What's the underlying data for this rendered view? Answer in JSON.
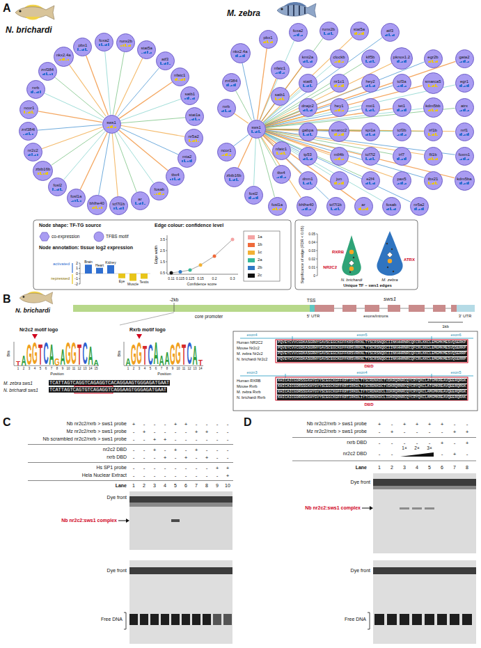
{
  "diagram": {
    "nodes": [
      {
        "text": [
          "sws1"
        ]
      },
      {
        "text": [
          "pbx1"
        ]
      },
      {
        "text": [
          "foxa2"
        ]
      },
      {
        "text": [
          "runx2b"
        ]
      },
      {
        "text": [
          "stat5a"
        ]
      },
      {
        "text": [
          "atf3"
        ]
      },
      {
        "text": [
          "nfatc1"
        ]
      },
      {
        "text": [
          "satb1"
        ]
      },
      {
        "text": [
          "stat1a"
        ]
      },
      {
        "text": [
          "nr5a2"
        ]
      },
      {
        "text": [
          "mta2"
        ]
      },
      {
        "text": [
          "tbx4"
        ]
      },
      {
        "text": [
          "fosab"
        ]
      },
      {
        "text": [
          "ar"
        ]
      },
      {
        "text": [
          "tcf7l1b"
        ]
      },
      {
        "text": [
          "bhlhe40"
        ]
      },
      {
        "text": [
          "fosl1a"
        ]
      },
      {
        "text": [
          "fosl2"
        ]
      },
      {
        "text": [
          "zbtb16b"
        ]
      },
      {
        "text": [
          "nr2c2"
        ]
      },
      {
        "text": [
          "znf384l"
        ]
      },
      {
        "text": [
          "ncor1"
        ]
      },
      {
        "text": [
          "rxrb"
        ]
      },
      {
        "text": [
          "znf384"
        ]
      },
      {
        "text": [
          "nkx2.4a"
        ]
      },
      {
        "text": [
          "sws1"
        ]
      },
      {
        "text": [
          "nkx2.4a"
        ]
      },
      {
        "text": [
          "pbx1"
        ]
      },
      {
        "text": [
          "foxa2"
        ]
      },
      {
        "text": [
          "runx2b"
        ]
      },
      {
        "text": [
          "stat5a"
        ]
      },
      {
        "text": [
          "atf3"
        ]
      },
      {
        "text": [
          "nfatc1"
        ]
      },
      {
        "text": [
          "satb1"
        ]
      },
      {
        "text": [
          "znf384"
        ]
      },
      {
        "text": [
          "rxrb"
        ]
      },
      {
        "text": [
          "ncor1"
        ]
      },
      {
        "text": [
          "zbtb16b"
        ]
      },
      {
        "text": [
          "fosl2"
        ]
      },
      {
        "text": [
          "fosl1a"
        ]
      },
      {
        "text": [
          "bhlhe40"
        ]
      },
      {
        "text": [
          "tcf7l1b"
        ]
      },
      {
        "text": [
          "ar"
        ]
      },
      {
        "text": [
          "fosab"
        ]
      },
      {
        "text": [
          "tbx4"
        ]
      },
      {
        "text": [
          "nfatc1"
        ]
      },
      {
        "text": [
          "nr5a2"
        ]
      },
      {
        "text": [
          "kmt2a"
        ]
      },
      {
        "text": [
          "clockb"
        ]
      },
      {
        "text": [
          "klf5b"
        ]
      },
      {
        "text": [
          "pknox1.2"
        ]
      },
      {
        "text": [
          "egr2b"
        ]
      },
      {
        "text": [
          "gata2"
        ]
      },
      {
        "text": [
          "stat6"
        ]
      },
      {
        "text": [
          "nr1c1"
        ]
      },
      {
        "text": [
          "hey2"
        ]
      },
      {
        "text": [
          "tcf3a"
        ]
      },
      {
        "text": [
          "smarca5"
        ]
      },
      {
        "text": [
          "egr1"
        ]
      },
      {
        "text": [
          "dnajc2"
        ]
      },
      {
        "text": [
          "hey1"
        ]
      },
      {
        "text": [
          "mxi1"
        ]
      },
      {
        "text": [
          "tet1"
        ]
      },
      {
        "text": [
          "kdm5bb"
        ]
      },
      {
        "text": [
          "atrx"
        ]
      },
      {
        "text": [
          "gabpa"
        ]
      },
      {
        "text": [
          "smarcc2"
        ]
      },
      {
        "text": [
          "spi1a"
        ]
      },
      {
        "text": [
          "tcf3b"
        ]
      },
      {
        "text": [
          "irf1b"
        ]
      },
      {
        "text": [
          "nrf1"
        ]
      },
      {
        "text": [
          "tp53"
        ]
      },
      {
        "text": [
          "mll4b"
        ]
      },
      {
        "text": [
          "tcf7l2"
        ]
      },
      {
        "text": [
          "irf7"
        ]
      },
      {
        "text": [
          "fli1b"
        ]
      },
      {
        "text": [
          "foxm1"
        ]
      },
      {
        "text": [
          "dnm1"
        ]
      },
      {
        "text": [
          "jun"
        ]
      },
      {
        "text": [
          "e2f4"
        ]
      },
      {
        "text": [
          "pax5"
        ]
      },
      {
        "text": [
          "tbx21"
        ]
      },
      {
        "text": [
          "kdm5ba"
        ]
      }
    ],
    "edges": [
      {
        "from": 1,
        "to": 0,
        "arrow": "none"
      },
      {
        "from": 2,
        "to": 0,
        "arrow": "none"
      },
      {
        "from": 3,
        "to": 0,
        "arrow": "none"
      },
      {
        "from": 4,
        "to": 0,
        "arrow": "none"
      },
      {
        "from": 5,
        "to": 0,
        "arrow": "none"
      },
      {
        "from": 6,
        "to": 0,
        "arrow": "none"
      },
      {
        "from": 7,
        "to": 0,
        "arrow": "none"
      },
      {
        "from": 8,
        "to": 0,
        "arrow": "none"
      },
      {
        "from": 9,
        "to": 0,
        "arrow": "none"
      },
      {
        "from": 10,
        "to": 0,
        "arrow": "none"
      },
      {
        "from": 11,
        "to": 0,
        "arrow": "none"
      },
      {
        "from": 12,
        "to": 0,
        "arrow": "none"
      },
      {
        "from": 13,
        "to": 0,
        "arrow": "none"
      },
      {
        "from": 14,
        "to": 0,
        "arrow": "none"
      },
      {
        "from": 15,
        "to": 0,
        "arrow": "none"
      },
      {
        "from": 16,
        "to": 0,
        "arrow": "none"
      },
      {
        "from": 17,
        "to": 0,
        "arrow": "none"
      },
      {
        "from": 18,
        "to": 0,
        "arrow": "none"
      },
      {
        "from": 19,
        "to": 0,
        "arrow": "none"
      },
      {
        "from": 20,
        "to": 0,
        "arrow": "none"
      },
      {
        "from": 21,
        "to": 0,
        "arrow": "none"
      },
      {
        "from": 22,
        "to": 0,
        "arrow": "none"
      },
      {
        "from": 23,
        "to": 0,
        "arrow": "none"
      },
      {
        "from": 24,
        "to": 0,
        "arrow": "none"
      },
      {
        "from": 26,
        "to": 25,
        "arrow": "none"
      },
      {
        "from": 27,
        "to": 25,
        "arrow": "none"
      },
      {
        "from": 28,
        "to": 25,
        "arrow": "none"
      },
      {
        "from": 29,
        "to": 25,
        "arrow": "none"
      },
      {
        "from": 30,
        "to": 25,
        "arrow": "none"
      },
      {
        "from": 31,
        "to": 25,
        "arrow": "none"
      },
      {
        "from": 32,
        "to": 25,
        "arrow": "none"
      },
      {
        "from": 33,
        "to": 25,
        "arrow": "none"
      },
      {
        "from": 34,
        "to": 25,
        "arrow": "none"
      },
      {
        "from": 35,
        "to": 25,
        "arrow": "none"
      },
      {
        "from": 36,
        "to": 25,
        "arrow": "none"
      },
      {
        "from": 37,
        "to": 25,
        "arrow": "none"
      },
      {
        "from": 38,
        "to": 25,
        "arrow": "none"
      },
      {
        "from": 39,
        "to": 25,
        "arrow": "none"
      },
      {
        "from": 40,
        "to": 25,
        "arrow": "none"
      },
      {
        "from": 41,
        "to": 25,
        "arrow": "none"
      },
      {
        "from": 42,
        "to": 25,
        "arrow": "none"
      },
      {
        "from": 43,
        "to": 25,
        "arrow": "none"
      },
      {
        "from": 44,
        "to": 25,
        "arrow": "none"
      },
      {
        "from": 45,
        "to": 25,
        "arrow": "none"
      },
      {
        "from": 46,
        "to": 25,
        "arrow": "none"
      },
      {
        "from": 47,
        "to": 25,
        "arrow": "none"
      },
      {
        "from": 48,
        "to": 25,
        "arrow": "none"
      },
      {
        "from": 49,
        "to": 25,
        "arrow": "none"
      },
      {
        "from": 50,
        "to": 25,
        "arrow": "none"
      },
      {
        "from": 51,
        "to": 25,
        "arrow": "none"
      },
      {
        "from": 52,
        "to": 25,
        "arrow": "none"
      },
      {
        "from": 53,
        "to": 25,
        "arrow": "none"
      },
      {
        "from": 54,
        "to": 25,
        "arrow": "none"
      },
      {
        "from": 55,
        "to": 25,
        "arrow": "none"
      },
      {
        "from": 56,
        "to": 25,
        "arrow": "none"
      },
      {
        "from": 57,
        "to": 25,
        "arrow": "none"
      },
      {
        "from": 58,
        "to": 25,
        "arrow": "none"
      },
      {
        "from": 59,
        "to": 25,
        "arrow": "none"
      },
      {
        "from": 60,
        "to": 25,
        "arrow": "none"
      },
      {
        "from": 61,
        "to": 25,
        "arrow": "none"
      },
      {
        "from": 62,
        "to": 25,
        "arrow": "none"
      },
      {
        "from": 63,
        "to": 25,
        "arrow": "none"
      },
      {
        "from": 64,
        "to": 25,
        "arrow": "none"
      },
      {
        "from": 65,
        "to": 25,
        "arrow": "none"
      },
      {
        "from": 66,
        "to": 25,
        "arrow": "none"
      },
      {
        "from": 67,
        "to": 25,
        "arrow": "none"
      },
      {
        "from": 68,
        "to": 25,
        "arrow": "none"
      },
      {
        "from": 69,
        "to": 25,
        "arrow": "none"
      },
      {
        "from": 70,
        "to": 25,
        "arrow": "none"
      },
      {
        "from": 71,
        "to": 25,
        "arrow": "none"
      },
      {
        "from": 72,
        "to": 25,
        "arrow": "none"
      },
      {
        "from": 73,
        "to": 25,
        "arrow": "none"
      },
      {
        "from": 74,
        "to": 25,
        "arrow": "none"
      },
      {
        "from": 75,
        "to": 25,
        "arrow": "none"
      },
      {
        "from": 76,
        "to": 25,
        "arrow": "none"
      },
      {
        "from": 77,
        "to": 25,
        "arrow": "none"
      },
      {
        "from": 78,
        "to": 25,
        "arrow": "none"
      },
      {
        "from": 79,
        "to": 25,
        "arrow": "none"
      },
      {
        "from": 80,
        "to": 25,
        "arrow": "none"
      },
      {
        "from": 81,
        "to": 25,
        "arrow": "none"
      },
      {
        "from": 82,
        "to": 25,
        "arrow": "none"
      }
    ],
    "labels": [
      "A",
      "N. brichardi",
      "M. zebra",
      "Node shape: TF-TG source",
      "Node annotation: tissue log2 expression",
      "activated",
      "repressed",
      "2",
      "1",
      "0",
      "-1",
      "-2",
      "Brain",
      "Heart",
      "Kidney",
      "Eye",
      "Muscle",
      "Testis",
      "Edge colour: confidence level",
      "Edge width",
      "3.5",
      "2.5",
      "1.5",
      "0.5",
      "0.11",
      "0.115",
      "0.125",
      "0.15",
      "0.2",
      "0.3",
      "Confidence score",
      "Significance of edge (FDR < 0.05)",
      "0.05",
      "0.04",
      "0.03",
      "0.02",
      "0.01",
      "0",
      "RXRB",
      "NR2C2",
      "ATRX",
      "N. brichardi",
      "M. zebra",
      "Unique TF – sws1 edges",
      "B",
      "N. brichardi",
      "-2kb",
      "core promoter",
      "TSS",
      "sws1",
      "5' UTR",
      "exons/introns",
      "3' UTR",
      "1kb",
      "Nr2c2 motif logo",
      "Rxrb motif logo",
      "Bits",
      "Bits",
      "T",
      "A",
      "G",
      "G",
      "T",
      "C",
      "A",
      "G",
      "A",
      "G",
      "G",
      "T",
      "C",
      "A",
      "A",
      "A",
      "G",
      "G",
      "T",
      "C",
      "A",
      "A",
      "A",
      "G",
      "G",
      "T",
      "C",
      "A",
      "T",
      "1",
      "2",
      "3",
      "4",
      "5",
      "6",
      "7",
      "8",
      "9",
      "10",
      "11",
      "12",
      "13",
      "14",
      "15",
      "1",
      "2",
      "3",
      "4",
      "5",
      "6",
      "7",
      "8",
      "9",
      "10",
      "11",
      "12",
      "13",
      "14",
      "Position",
      "Position",
      "M. zebra sws1",
      "TCATTAGTCAGGTCAGAGGTCACAGGAAGTGGGAGATGAAT",
      "N. brichardi sws1",
      "TCATTAGTCAGTGTCAGAGGTCAGGAAGTGGGAGATGAAT",
      "exon4",
      "exon5",
      "exon6",
      "Human NR2C2",
      "PQVEYCVVCGDKASGRHYGAVSCEGCKGFFKRSVRKNLTYSCRSNQDCIINKHHRNRCQFCRLKKCLEMGMKMESVQSERKP",
      "Mouse Nr2c2",
      "PQVEYCVVCGDKASGRHYGAVSCEGCKGFFKRSVRKNLTYSCRSNQDCIINKHHRNRCQFCRLKKCLEMGMKMESVQSERKP",
      "M. zebra Nr2c2",
      "PQVEYCVVCGDKASGRHYGAVSCEGCKGFFKRSVRKNLTYSCRSNQDCIINKHHRNRCQFCRLKKCLEMGMKMESVQSERRP",
      "N. brichardi Nr2c2",
      "PQVEYCVVCGDKASGRHYGAVSCEGCKGFFKRSVRKNLTYSCRSNQDCIINKHHRNRCQFCRLKKCLEMGMKMESVQGERRP",
      "DBD",
      "exon3",
      "exon4",
      "exon5",
      "Human RXRB",
      "KHICAICGDRSSGKHYGVYSCEGCKGFFKRTIRKDLTYSCRDNKDCTVDKRQRNRCQYCRYQKCLATGMKREAVQEERQRGK",
      "Mouse Rxrb",
      "KHICAICGDRSSGKHYGVYSCEGCKGFFKRTIRKDLTYSCRDNKDCTVDKRQRNRCQYCRYQKCLATGMKREAVQEERQRGK",
      "M. zebra Rxrb",
      "KHICAICGDRSSGKHYGVYSCEGCKGFFKRTIRKDLIYTCRDNKDCLIDKRQRNRCQYCRYQKCLAMGMKREAVQEERQRGK",
      "N. brichardi Rxrb",
      "KHICAICGDRSSGKHYGVYSCEGCKGFFKRTIRKDLIYTCRDNKDCLIDKRQRNRCQYCRYQKCLAMGMKREAVQEERQRAK",
      "DBD",
      "C",
      "Nb nr2c2/rxrb > sws1 probe",
      "Mz nr2c2/rxrb > sws1 probe",
      "Nb scrambled nr2c2/rxrb > sws1 probe",
      "nr2c2 DBD",
      "rxrb DBD",
      "Hs SP1 probe",
      "Hela Nuclear Extract",
      "+",
      "-",
      "-",
      "-",
      "+",
      "+",
      "-",
      "-",
      "-",
      "-",
      "-",
      "+",
      "-",
      "-",
      "-",
      "-",
      "+",
      "+",
      "-",
      "-",
      "-",
      "-",
      "+",
      "+",
      "-",
      "-",
      "-",
      "-",
      "-",
      "-",
      "-",
      "-",
      "+",
      "-",
      "+",
      "-",
      "+",
      "-",
      "-",
      "-",
      "-",
      "-",
      "-",
      "+",
      "-",
      "+",
      "-",
      "+",
      "-",
      "-",
      "-",
      "-",
      "-",
      "-",
      "-",
      "-",
      "-",
      "-",
      "+",
      "+",
      "-",
      "-",
      "-",
      "-",
      "-",
      "-",
      "-",
      "-",
      "-",
      "+",
      "Lane",
      "1",
      "2",
      "3",
      "4",
      "5",
      "6",
      "7",
      "8",
      "9",
      "10",
      "Dye front",
      "Nb nr2c2:sws1 complex",
      "Dye front",
      "Free DNA",
      "D",
      "Nb nr2c2/rxrb > sws1 probe",
      "Mz nr2c2/rxrb > sws1 probe",
      "rxrb DBD",
      "nr2c2 DBD",
      "+",
      "-",
      "+",
      "+",
      "+",
      "+",
      "-",
      "-",
      "-",
      "+",
      "-",
      "-",
      "-",
      "-",
      "+",
      "+",
      "-",
      "-",
      "-",
      "-",
      "-",
      "+",
      "-",
      "+",
      "-",
      "-",
      "1×",
      "2×",
      "3×",
      "-",
      "+",
      "-",
      "Lane",
      "1",
      "2",
      "3",
      "4",
      "5",
      "6",
      "7",
      "8",
      "Dye front",
      "Nb nr2c2:sws1 complex",
      "Dye front",
      "Free DNA"
    ],
    "legend": [
      {
        "text": "co-expression"
      },
      {
        "text": "TFBS motif"
      },
      {
        "text": "1a",
        "color": "#f4a3a3"
      },
      {
        "text": "1b",
        "color": "#ef6a3a"
      },
      {
        "text": "1c",
        "color": "#f2b134"
      },
      {
        "text": "2a",
        "color": "#35b89a"
      },
      {
        "text": "2b",
        "color": "#2f78c4"
      },
      {
        "text": "2c",
        "color": "#111111"
      }
    ]
  }
}
